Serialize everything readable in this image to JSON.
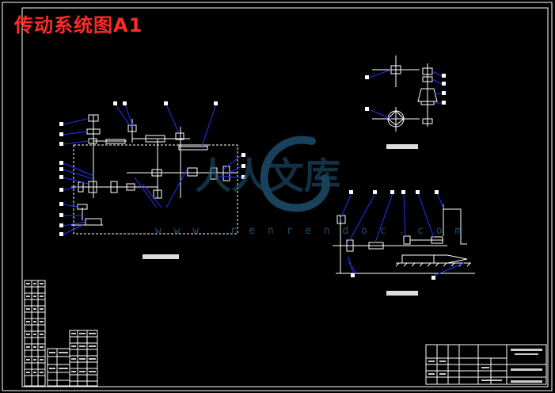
{
  "title": "传动系统图A1",
  "watermark": {
    "logo_text": "人人文库",
    "url": "w w w . r e n r e n d o c . c o m"
  },
  "views": [
    {
      "name": "main-transmission-view"
    },
    {
      "name": "spindle-view"
    },
    {
      "name": "feed-view"
    }
  ],
  "colors": {
    "background": "#000000",
    "frame": "#ffffff",
    "title": "#ff2a2a",
    "leader": "#2233ff",
    "watermark": "#1f4d6b"
  }
}
